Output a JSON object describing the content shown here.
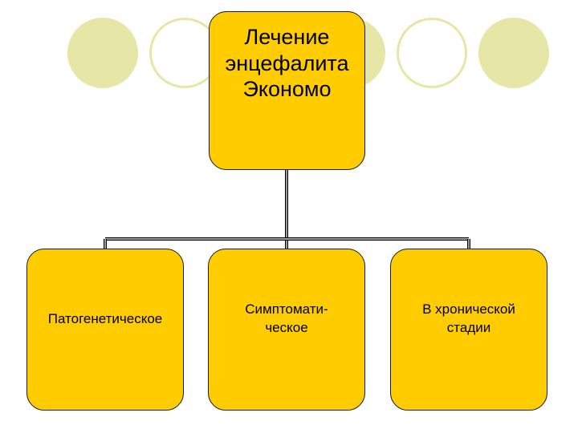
{
  "diagram": {
    "root": {
      "label": "Лечение\nэнцефалита\nЭкономо"
    },
    "children": [
      {
        "label": "Патогенетическое"
      },
      {
        "label": "Симптомати-\nческое"
      },
      {
        "label": "В хронической\nстадии"
      }
    ]
  },
  "colors": {
    "box_fill": "#ffcc00",
    "box_border": "#1a1a1a",
    "decor_circle": "#e6e6a6",
    "connector": "#000000"
  }
}
